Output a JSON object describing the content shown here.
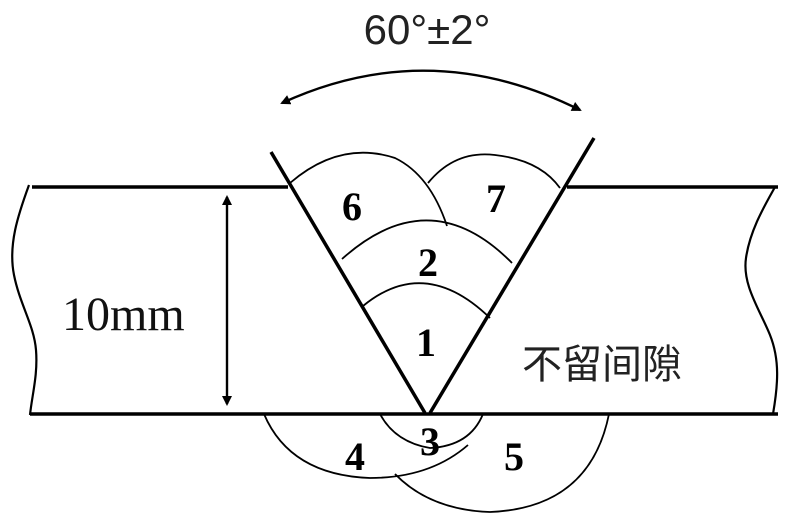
{
  "diagram": {
    "type": "weld-joint-cross-section",
    "groove": "V-groove",
    "angle_label": "60°±2°",
    "thickness_label": "10mm",
    "gap_note": "不留间隙",
    "colors": {
      "line": "#000000",
      "background": "#ffffff"
    },
    "weld_passes": [
      {
        "id": "1",
        "label": "1",
        "location": "root of groove"
      },
      {
        "id": "2",
        "label": "2",
        "location": "fill, above pass 1"
      },
      {
        "id": "3",
        "label": "3",
        "location": "back side, under root"
      },
      {
        "id": "4",
        "label": "4",
        "location": "back side, left"
      },
      {
        "id": "5",
        "label": "5",
        "location": "back side, right"
      },
      {
        "id": "6",
        "label": "6",
        "location": "cap, left"
      },
      {
        "id": "7",
        "label": "7",
        "location": "cap, right"
      }
    ]
  }
}
